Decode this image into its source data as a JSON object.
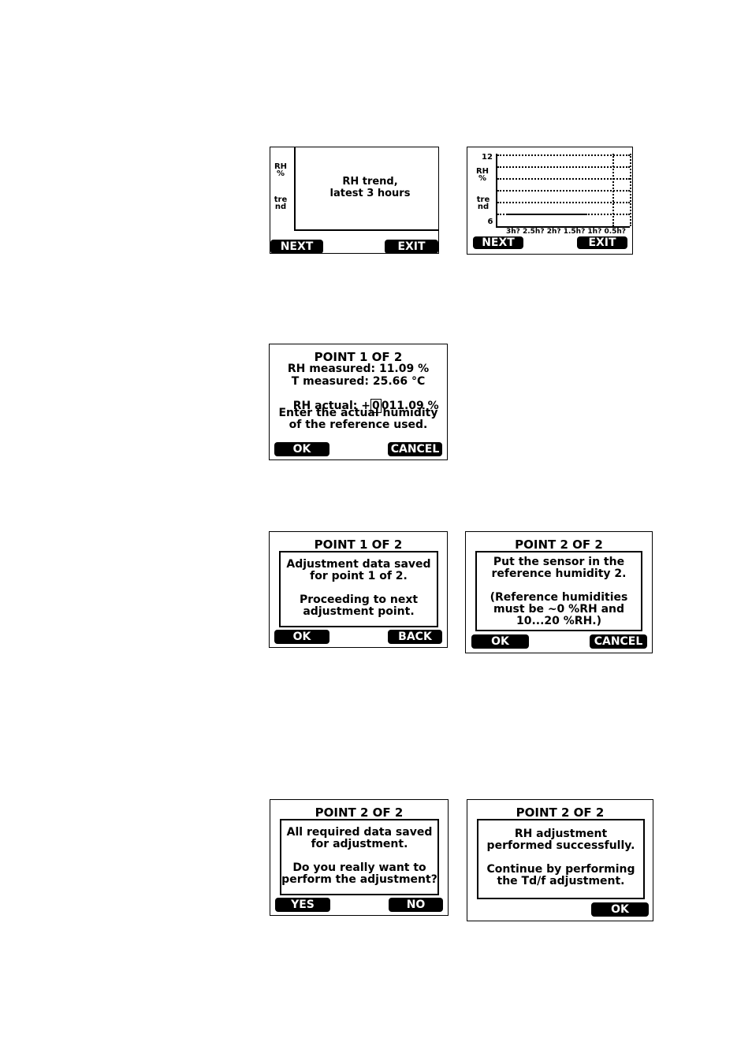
{
  "screen1": {
    "y_label": "RH\n%",
    "trend_label": "tre\nnd",
    "message": "RH trend,\nlatest 3 hours",
    "next": "NEXT",
    "exit": "EXIT"
  },
  "screen2": {
    "y_max": "12",
    "y_min": "6",
    "y_label": "RH\n%",
    "trend_label": "tre\nnd",
    "x_ticks": "3h? 2.5h? 2h? 1.5h? 1h? 0.5h?",
    "next": "NEXT",
    "exit": "EXIT"
  },
  "screen3": {
    "title": "POINT 1 OF 2",
    "rh_measured": "RH measured: 11.09 %",
    "t_measured": "T measured: 25.66 °C",
    "rh_actual_prefix": "RH actual: +",
    "rh_actual_cursor": "0",
    "rh_actual_suffix": "011.09 %",
    "instruction": "Enter the actual humidity\nof the reference used.",
    "ok": "OK",
    "cancel": "CANCEL"
  },
  "screen4": {
    "title": "POINT 1 OF 2",
    "message": "Adjustment data saved\nfor point 1 of 2.\n\nProceeding to next\nadjustment point.",
    "ok": "OK",
    "back": "BACK"
  },
  "screen5": {
    "title": "POINT 2 OF 2",
    "message": "Put the sensor in the\nreference humidity 2.\n\n(Reference humidities\nmust be ~0 %RH and\n10...20 %RH.)",
    "ok": "OK",
    "cancel": "CANCEL"
  },
  "screen6": {
    "title": "POINT 2 OF 2",
    "message": "All required data saved\nfor adjustment.\n\nDo you really want to\nperform the adjustment?",
    "yes": "YES",
    "no": "NO"
  },
  "screen7": {
    "title": "POINT 2 OF 2",
    "message": "RH adjustment\nperformed successfully.\n\nContinue by performing\nthe Td/f adjustment.",
    "ok": "OK"
  }
}
